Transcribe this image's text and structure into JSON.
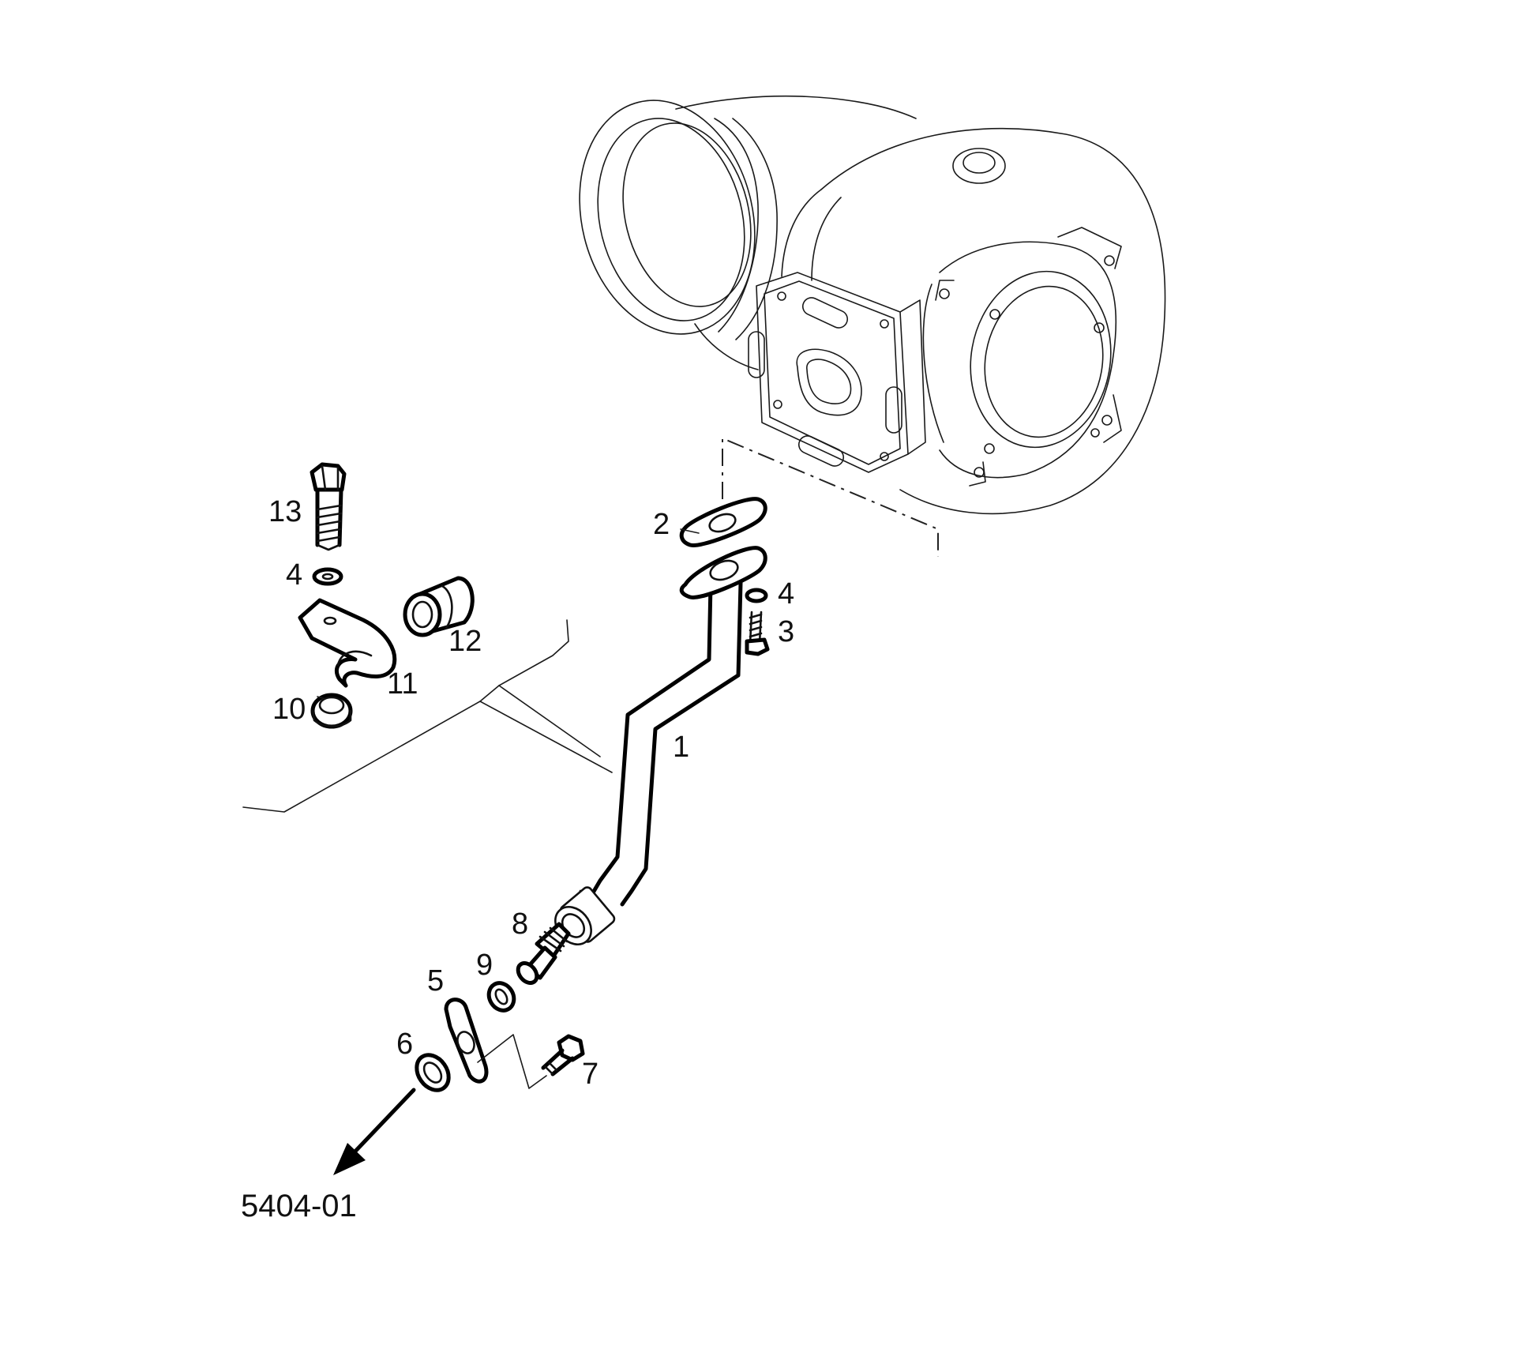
{
  "labels": {
    "p1": "1",
    "p2": "2",
    "p3": "3",
    "p4a": "4",
    "p4b": "4",
    "p5": "5",
    "p6": "6",
    "p7": "7",
    "p8": "8",
    "p9": "9",
    "p10": "10",
    "p11": "11",
    "p12": "12",
    "p13": "13"
  },
  "reference": "5404-01"
}
